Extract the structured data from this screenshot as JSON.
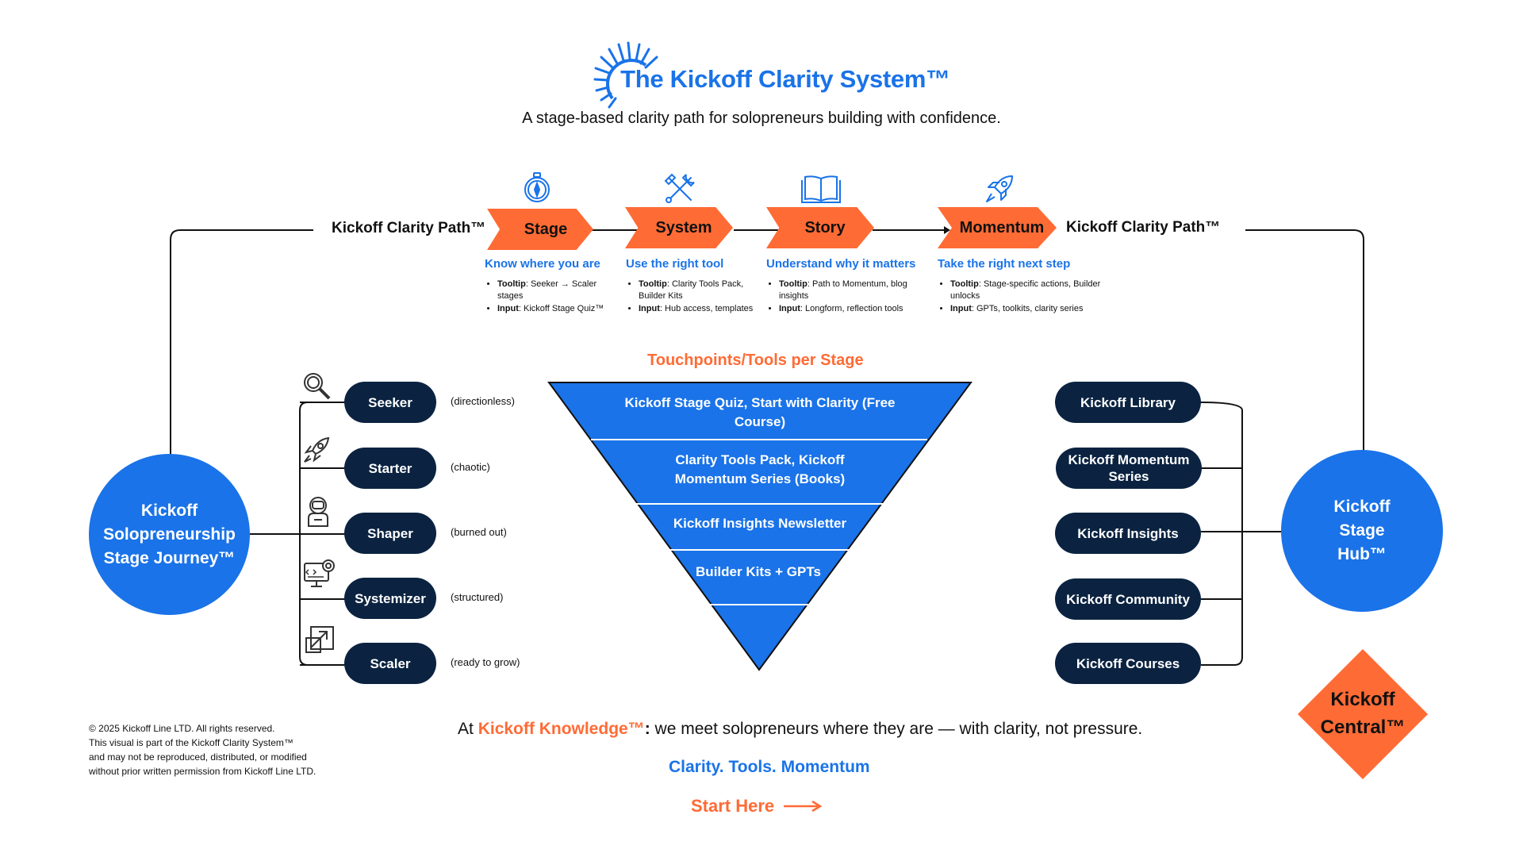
{
  "header": {
    "title": "The Kickoff Clarity System™",
    "subtitle": "A stage-based clarity path for solopreneurs building with confidence."
  },
  "clarity_path": {
    "left_label": "Kickoff Clarity Path™",
    "right_label": "Kickoff Clarity Path™",
    "steps": [
      {
        "label": "Stage",
        "icon": "compass-icon",
        "heading": "Know where you are",
        "tooltip_key": "Tooltip",
        "tooltip": ": Seeker → Scaler stages",
        "input_key": "Input",
        "input": ": Kickoff Stage Quiz™"
      },
      {
        "label": "System",
        "icon": "tools-icon",
        "heading": "Use the right tool",
        "tooltip_key": "Tooltip",
        "tooltip": ": Clarity Tools Pack, Builder Kits",
        "input_key": "Input",
        "input": ": Hub access, templates"
      },
      {
        "label": "Story",
        "icon": "book-icon",
        "heading": "Understand why it matters",
        "tooltip_key": "Tooltip",
        "tooltip": ": Path to Momentum, blog insights",
        "input_key": "Input",
        "input": ": Longform, reflection tools"
      },
      {
        "label": "Momentum",
        "icon": "rocket-icon",
        "heading": "Take the right next step",
        "tooltip_key": "Tooltip",
        "tooltip": ": Stage-specific actions, Builder unlocks",
        "input_key": "Input",
        "input": ": GPTs, toolkits, clarity series"
      }
    ]
  },
  "journey": {
    "hub_label": "Kickoff Solopreneurship Stage Journey™",
    "stages": [
      {
        "label": "Seeker",
        "note": "(directionless)",
        "icon": "magnifier-icon"
      },
      {
        "label": "Starter",
        "note": "(chaotic)",
        "icon": "rocket-sketch-icon"
      },
      {
        "label": "Shaper",
        "note": "(burned out)",
        "icon": "astronaut-icon"
      },
      {
        "label": "Systemizer",
        "note": "(structured)",
        "icon": "monitor-gear-icon"
      },
      {
        "label": "Scaler",
        "note": "(ready to grow)",
        "icon": "expand-arrow-icon"
      }
    ]
  },
  "touchpoints": {
    "title": "Touchpoints/Tools per Stage",
    "layers": [
      "Kickoff Stage Quiz, Start with Clarity (Free Course)",
      "Clarity Tools Pack, Kickoff Momentum Series (Books)",
      "Kickoff Insights Newsletter",
      "Builder Kits + GPTs"
    ]
  },
  "stage_hub": {
    "hub_label": "Kickoff Stage Hub™",
    "items": [
      "Kickoff Library",
      "Kickoff Momentum Series",
      "Kickoff Insights",
      "Kickoff Community",
      "Kickoff Courses"
    ]
  },
  "central": {
    "label": "Kickoff Central™"
  },
  "footer": {
    "copyright": "© 2025 Kickoff Line LTD. All rights reserved.\n This visual is part of the Kickoff Clarity System™\nand may not be reproduced, distributed, or modified\nwithout prior written permission from Kickoff Line LTD.",
    "knowledge_prefix": "At ",
    "knowledge_brand": "Kickoff Knowledge™",
    "knowledge_colon": ":",
    "knowledge_text": " we meet solopreneurs where they are — with clarity, not pressure.",
    "tagline": "Clarity. Tools. Momentum",
    "cta": "Start Here"
  },
  "colors": {
    "blue": "#1a73e8",
    "orange": "#ff6b35",
    "navy": "#0b2341"
  }
}
